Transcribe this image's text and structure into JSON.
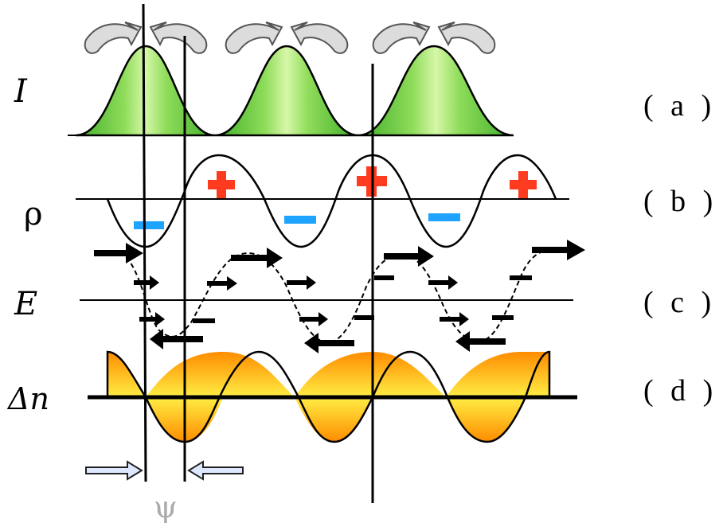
{
  "rows": {
    "intensity": {
      "symbol": "I"
    },
    "charge": {
      "symbol": "ρ",
      "plus_sign": "+",
      "minus_sign": "−"
    },
    "field": {
      "symbol": "E"
    },
    "index": {
      "symbol": "Δn"
    }
  },
  "panel_labels": [
    "( a )",
    "( b )",
    "( c )",
    "( d )"
  ],
  "phase_shift_symbol": "ψ",
  "colors": {
    "intensity_fill": "#5cc43a",
    "intensity_highlight": "#c8f49a",
    "plus": "#ff3b1f",
    "minus": "#1ea3ff",
    "index_fill_top": "#ff9a00",
    "index_fill_bottom": "#ffee55",
    "arrow_gray": "#d9d9d9",
    "shift_arrow": "#dde8ff"
  },
  "icons": [
    "rotation-arrow-icon",
    "plus-icon",
    "minus-icon",
    "field-arrow-icon",
    "shift-arrow-icon"
  ]
}
